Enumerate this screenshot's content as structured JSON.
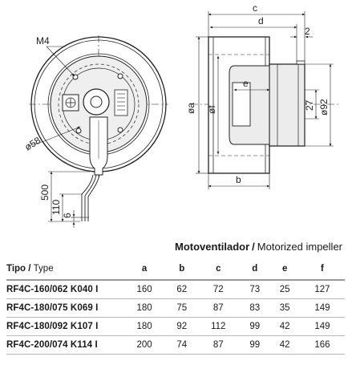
{
  "drawing": {
    "labels": {
      "m4": "M4",
      "phi58": "ø58",
      "len500": "500",
      "len110": "110",
      "len6": "6",
      "c": "c",
      "d": "d",
      "two": "2",
      "a": "øa",
      "f": "øf",
      "e": "e",
      "phi27": "27",
      "phi92": "ø92",
      "b": "b"
    }
  },
  "section": {
    "title_es": "Motoventilador",
    "separator": "/",
    "title_en": "Motorized impeller"
  },
  "table": {
    "header": {
      "tipo": "Tipo",
      "sep": "/",
      "type": "Type",
      "cols": [
        "a",
        "b",
        "c",
        "d",
        "e",
        "f"
      ]
    },
    "rows": [
      {
        "model": "RF4C-160/062 K040 I",
        "vals": [
          "160",
          "62",
          "72",
          "73",
          "25",
          "127"
        ]
      },
      {
        "model": "RF4C-180/075 K069 I",
        "vals": [
          "180",
          "75",
          "87",
          "83",
          "35",
          "149"
        ]
      },
      {
        "model": "RF4C-180/092 K107 I",
        "vals": [
          "180",
          "92",
          "112",
          "99",
          "42",
          "149"
        ]
      },
      {
        "model": "RF4C-200/074 K114 I",
        "vals": [
          "200",
          "74",
          "87",
          "99",
          "42",
          "166"
        ]
      }
    ]
  }
}
